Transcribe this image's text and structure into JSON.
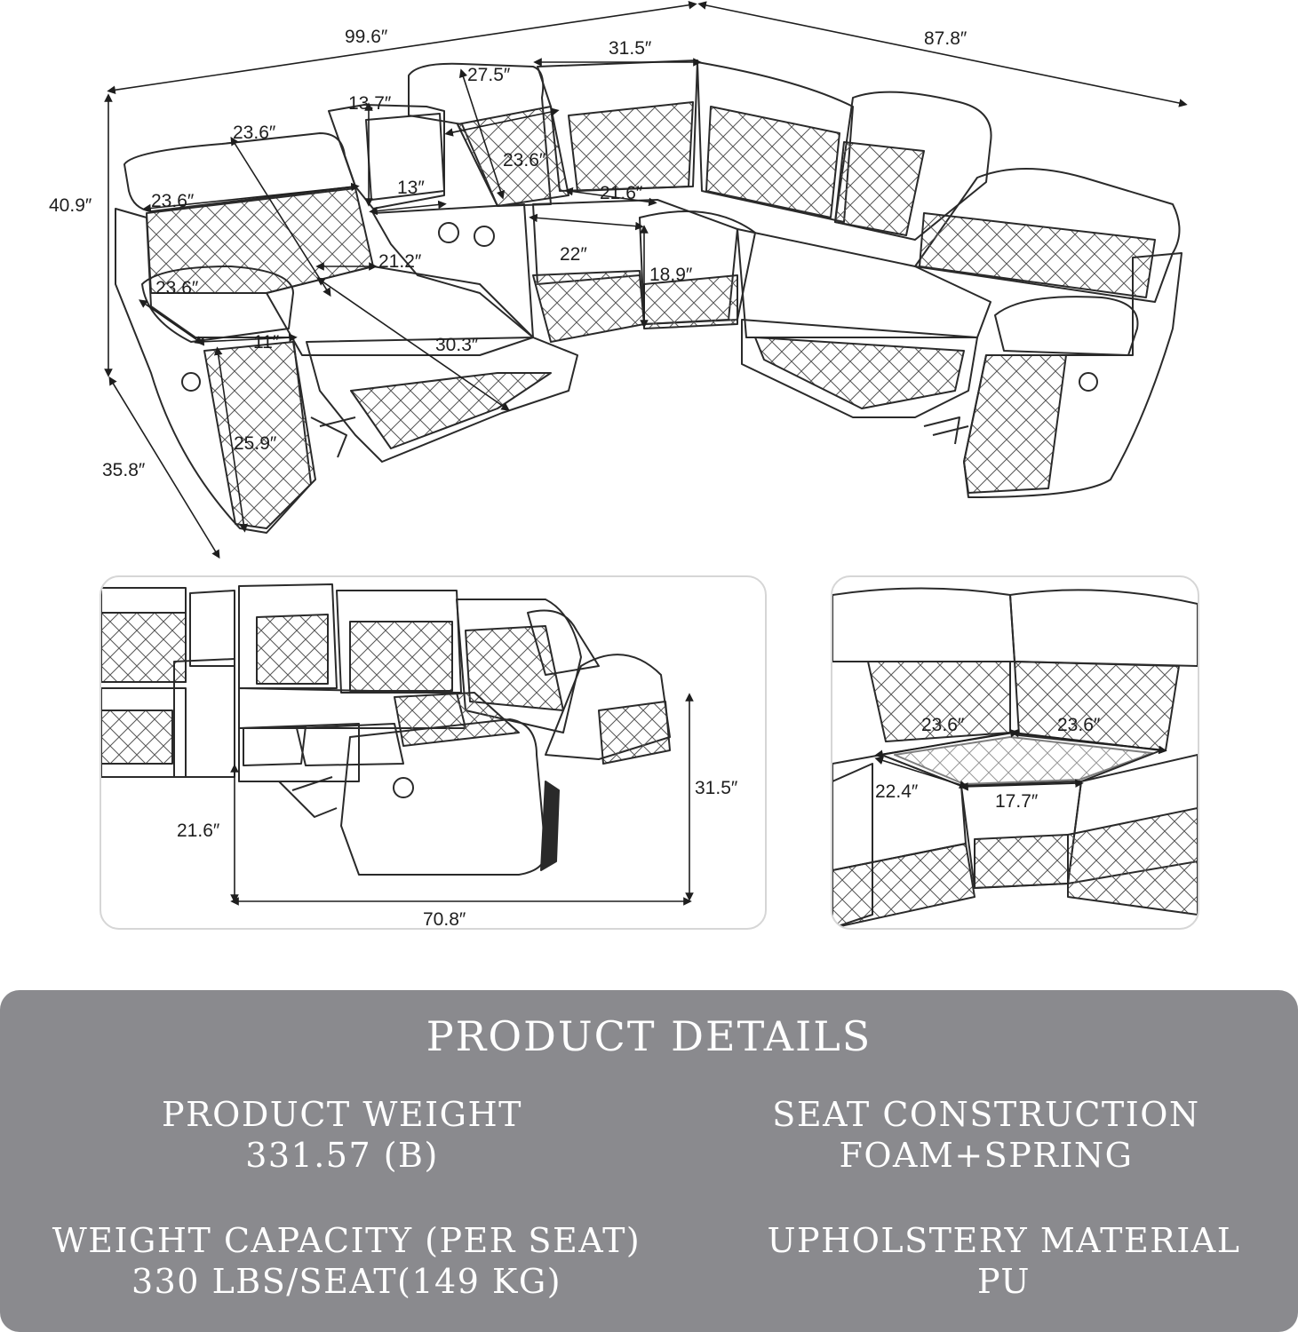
{
  "main_view": {
    "dimensions": {
      "overall_width_left": "99.6″",
      "overall_width_right": "87.8″",
      "overall_height": "40.9″",
      "overall_depth": "35.8″",
      "headrest_top": "27.5″",
      "corner_back": "31.5″",
      "console_lid": "13.7″",
      "seat_back_diag": "23.6″",
      "seat_width_left": "23.6″",
      "back_height_mid": "23.6″",
      "console_width": "13″",
      "corner_seat_depth": "21.6″",
      "seat_depth_left": "21.2″",
      "corner_seat_front": "22″",
      "seat_height": "18.9″",
      "arm_length": "23.6″",
      "arm_width": "11″",
      "footrest_extension": "30.3″",
      "arm_height": "25.9″"
    }
  },
  "side_view": {
    "dimensions": {
      "height": "31.5″",
      "footrest_height": "21.6″",
      "reclined_depth": "70.8″"
    }
  },
  "corner_view": {
    "dimensions": {
      "side_left": "23.6″",
      "side_right": "23.6″",
      "depth": "22.4″",
      "front_width": "17.7″"
    }
  },
  "details": {
    "title": "PRODUCT DETAILS",
    "specs": [
      {
        "label": "PRODUCT WEIGHT",
        "value": "331.57 (B)"
      },
      {
        "label": "SEAT CONSTRUCTION",
        "value": "FOAM+SPRING"
      },
      {
        "label": "WEIGHT CAPACITY (PER SEAT)",
        "value": "330 LBS/SEAT(149 KG)"
      },
      {
        "label": "UPHOLSTERY MATERIAL",
        "value": "PU"
      }
    ]
  },
  "colors": {
    "line": "#2a2a2a",
    "panel_border": "#d6d6d6",
    "details_bg": "#8a8a8e",
    "details_text": "#ffffff"
  }
}
